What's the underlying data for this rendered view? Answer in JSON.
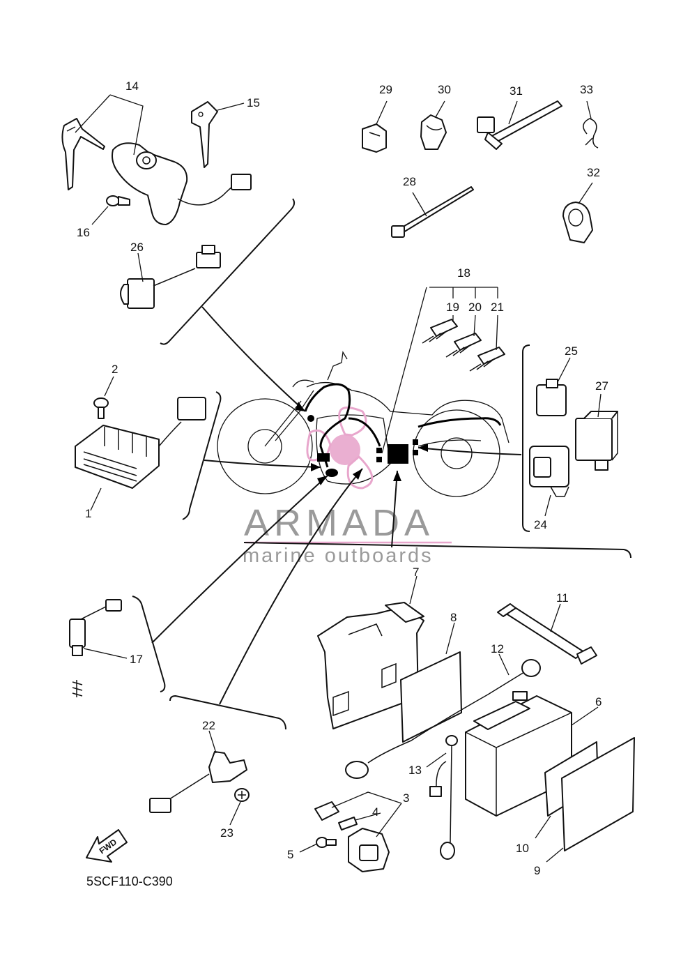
{
  "diagram": {
    "code": "5SCF110-C390",
    "fwd_label": "FWD",
    "callouts": {
      "n1": "1",
      "n2": "2",
      "n3": "3",
      "n4": "4",
      "n5": "5",
      "n6": "6",
      "n7": "7",
      "n8": "8",
      "n9": "9",
      "n10": "10",
      "n11": "11",
      "n12": "12",
      "n13": "13",
      "n14": "14",
      "n15": "15",
      "n16": "16",
      "n17": "17",
      "n18": "18",
      "n19": "19",
      "n20": "20",
      "n21": "21",
      "n22": "22",
      "n23": "23",
      "n24": "24",
      "n25": "25",
      "n26": "26",
      "n27": "27",
      "n28": "28",
      "n29": "29",
      "n30": "30",
      "n31": "31",
      "n32": "32",
      "n33": "33"
    }
  },
  "watermark": {
    "brand": "ARMADA",
    "tagline": "marine outboards",
    "colors": {
      "logo": "#e8a6cc",
      "text": "#9a9a9a"
    }
  },
  "colors": {
    "line": "#111111",
    "background": "#ffffff"
  }
}
